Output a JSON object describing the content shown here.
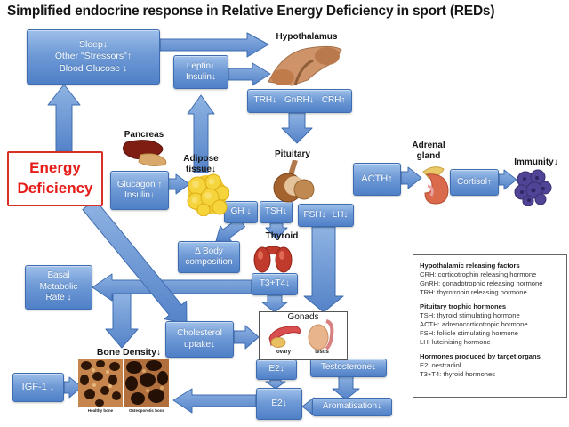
{
  "title": "Simplified endocrine response in Relative Energy Deficiency in sport (REDs)",
  "colors": {
    "box_blue": "#6f9ad6",
    "arrow_blue": "#5a88cc",
    "energy_red": "#e51c18"
  },
  "boxes": {
    "sleep": {
      "lines": [
        "Sleep↓",
        "Other \"Stressors\"↑",
        "Blood Glucose ↓"
      ]
    },
    "leptin": {
      "lines": [
        "Leptin↓",
        "Insulin↓"
      ]
    },
    "trh": {
      "parts": [
        "TRH↓",
        "GnRH↓",
        "CRH↑"
      ]
    },
    "energy": {
      "lines": [
        "Energy",
        "Deficiency"
      ]
    },
    "glucagon": {
      "lines": [
        "Glucagon ↑",
        "Insulin↓"
      ]
    },
    "acth": {
      "label": "ACTH↑"
    },
    "cortisol": {
      "label": "Cortisol↑"
    },
    "gh": {
      "label": "GH ↓"
    },
    "tsh": {
      "label": "TSH↓"
    },
    "fsh_lh": {
      "parts": [
        "FSH↓",
        "LH↓"
      ]
    },
    "body_comp": {
      "lines": [
        "Δ Body",
        "composition"
      ]
    },
    "t3t4": {
      "label": "T3+T4↓"
    },
    "bmr": {
      "lines": [
        "Basal",
        "Metabolic",
        "Rate ↓"
      ]
    },
    "cholesterol": {
      "lines": [
        "Cholesterol",
        "uptake↓"
      ]
    },
    "e2_small": {
      "label": "E2↓"
    },
    "e2_large": {
      "label": "E2↓"
    },
    "testosterone": {
      "label": "Testosterone↓"
    },
    "aromatisation": {
      "label": "Aromatisation↓"
    },
    "igf1": {
      "label": "IGF-1 ↓"
    }
  },
  "labels": {
    "hypothalamus": "Hypothalamus",
    "pancreas": "Pancreas",
    "adipose": [
      "Adipose",
      "tissue↓"
    ],
    "pituitary": "Pituitary",
    "adrenal": [
      "Adrenal",
      "gland"
    ],
    "immunity": "Immunity↓",
    "thyroid": "Thyroid",
    "gonads": "Gonads",
    "ovary": "ovary",
    "testis": "testis",
    "bone_density": "Bone Density↓",
    "healthy_bone": "Healthy bone",
    "osteoporotic_bone": "Osteoporotic bone"
  },
  "legend": {
    "sections": [
      {
        "heading": "Hypothalamic releasing factors",
        "items": [
          "CRH: corticotrophin releasing hormone",
          "GnRH: gonadotrophic releasing hormone",
          "TRH: thyrotropin releasing hormone"
        ]
      },
      {
        "heading": "Pituitary trophic hormones",
        "items": [
          "TSH: thyroid stimulating hormone",
          "ACTH: adrenocorticotropic hormone",
          "FSH: follicle stimulating hormone",
          "LH: luteinising hormone"
        ]
      },
      {
        "heading": "Hormones produced by target organs",
        "items": [
          "E2: oestradiol",
          "T3+T4: thyroid hormones"
        ]
      }
    ]
  }
}
